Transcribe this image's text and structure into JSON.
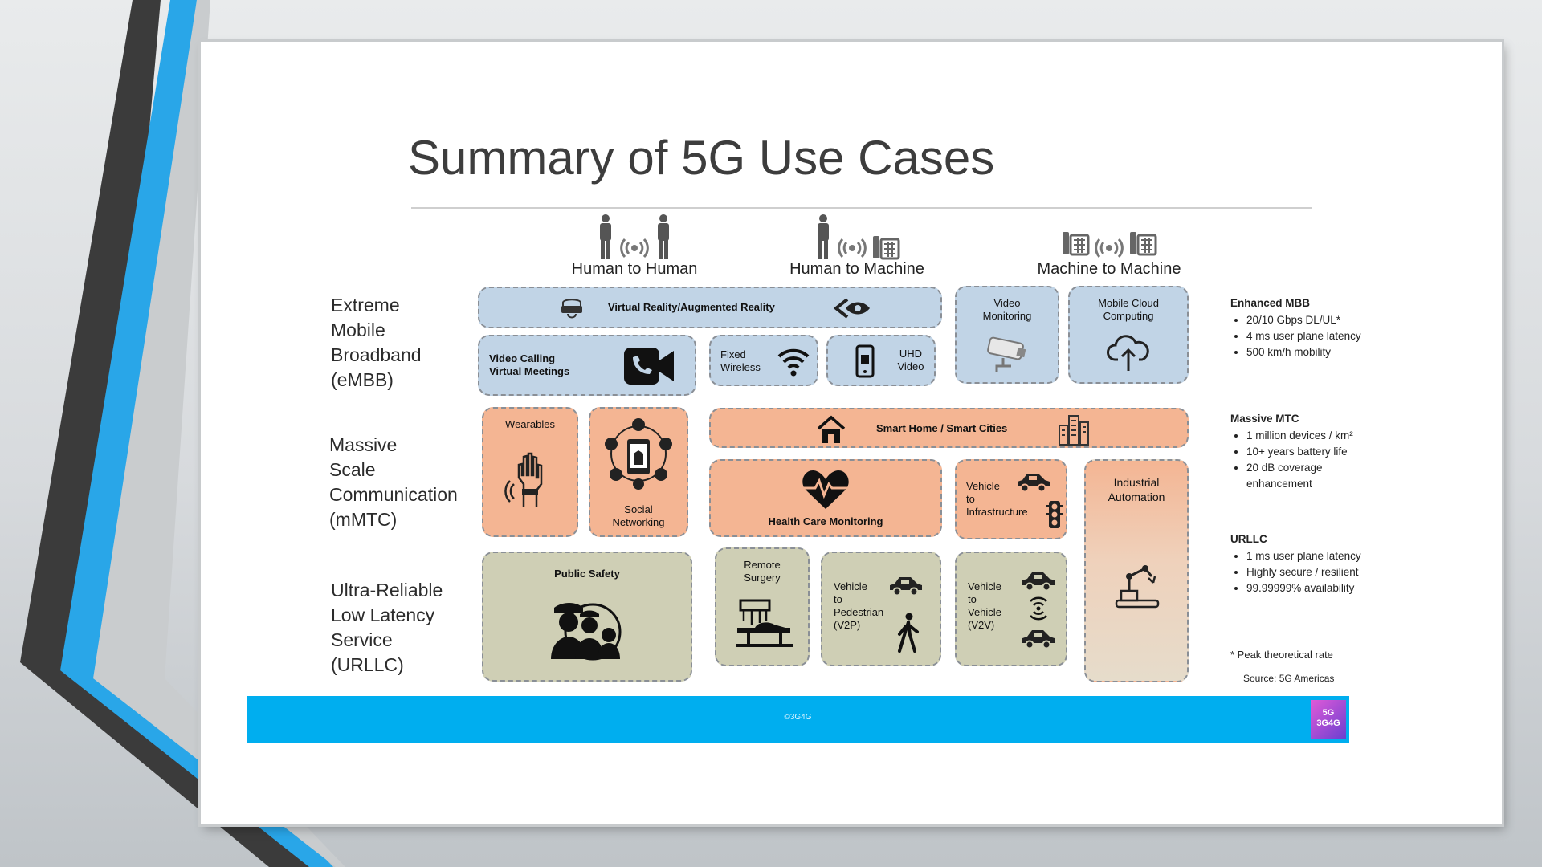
{
  "title": "Summary of 5G Use Cases",
  "categories": [
    "Human to Human",
    "Human to Machine",
    "Machine to Machine"
  ],
  "rows": [
    "Extreme\nMobile\nBroadband\n(eMBB)",
    "Massive\nScale\nCommunication\n(mMTC)",
    "Ultra-Reliable\nLow Latency\nService\n(URLLC)"
  ],
  "boxes": {
    "vr": "Virtual Reality/Augmented Reality",
    "video_calling": "Video Calling\nVirtual Meetings",
    "fixed_wireless": "Fixed\nWireless",
    "uhd_video": "UHD\nVideo",
    "video_monitoring": "Video\nMonitoring",
    "mobile_cloud": "Mobile Cloud\nComputing",
    "wearables": "Wearables",
    "social_networking": "Social\nNetworking",
    "smart_home": "Smart Home / Smart Cities",
    "health_care": "Health Care Monitoring",
    "v2i": "Vehicle\nto\nInfrastructure",
    "industrial": "Industrial\nAutomation",
    "public_safety": "Public Safety",
    "remote_surgery": "Remote\nSurgery",
    "v2p": "Vehicle\nto\nPedestrian\n(V2P)",
    "v2v": "Vehicle\nto\nVehicle\n(V2V)"
  },
  "side": {
    "embb_title": "Enhanced MBB",
    "embb_items": [
      "20/10 Gbps DL/UL*",
      "4 ms user plane latency",
      "500 km/h mobility"
    ],
    "mmtc_title": "Massive MTC",
    "mmtc_items": [
      "1 million devices / km²",
      "10+ years battery life",
      "20 dB coverage enhancement"
    ],
    "urllc_title": "URLLC",
    "urllc_items": [
      "1 ms user plane latency",
      "Highly secure / resilient",
      "99.99999% availability"
    ],
    "footnote": "* Peak theoretical rate",
    "source": "Source: 5G Americas"
  },
  "footer": {
    "copyright": "©3G4G",
    "logo_text": "5G\n3G4G"
  },
  "colors": {
    "embb_box": "#c1d4e6",
    "mmtc_box": "#f4b593",
    "urllc_box": "#cfcfb5",
    "footer_bar": "#00aeef",
    "accent_blue": "#29a6e8",
    "dark_chevron": "#3b3b3b"
  }
}
